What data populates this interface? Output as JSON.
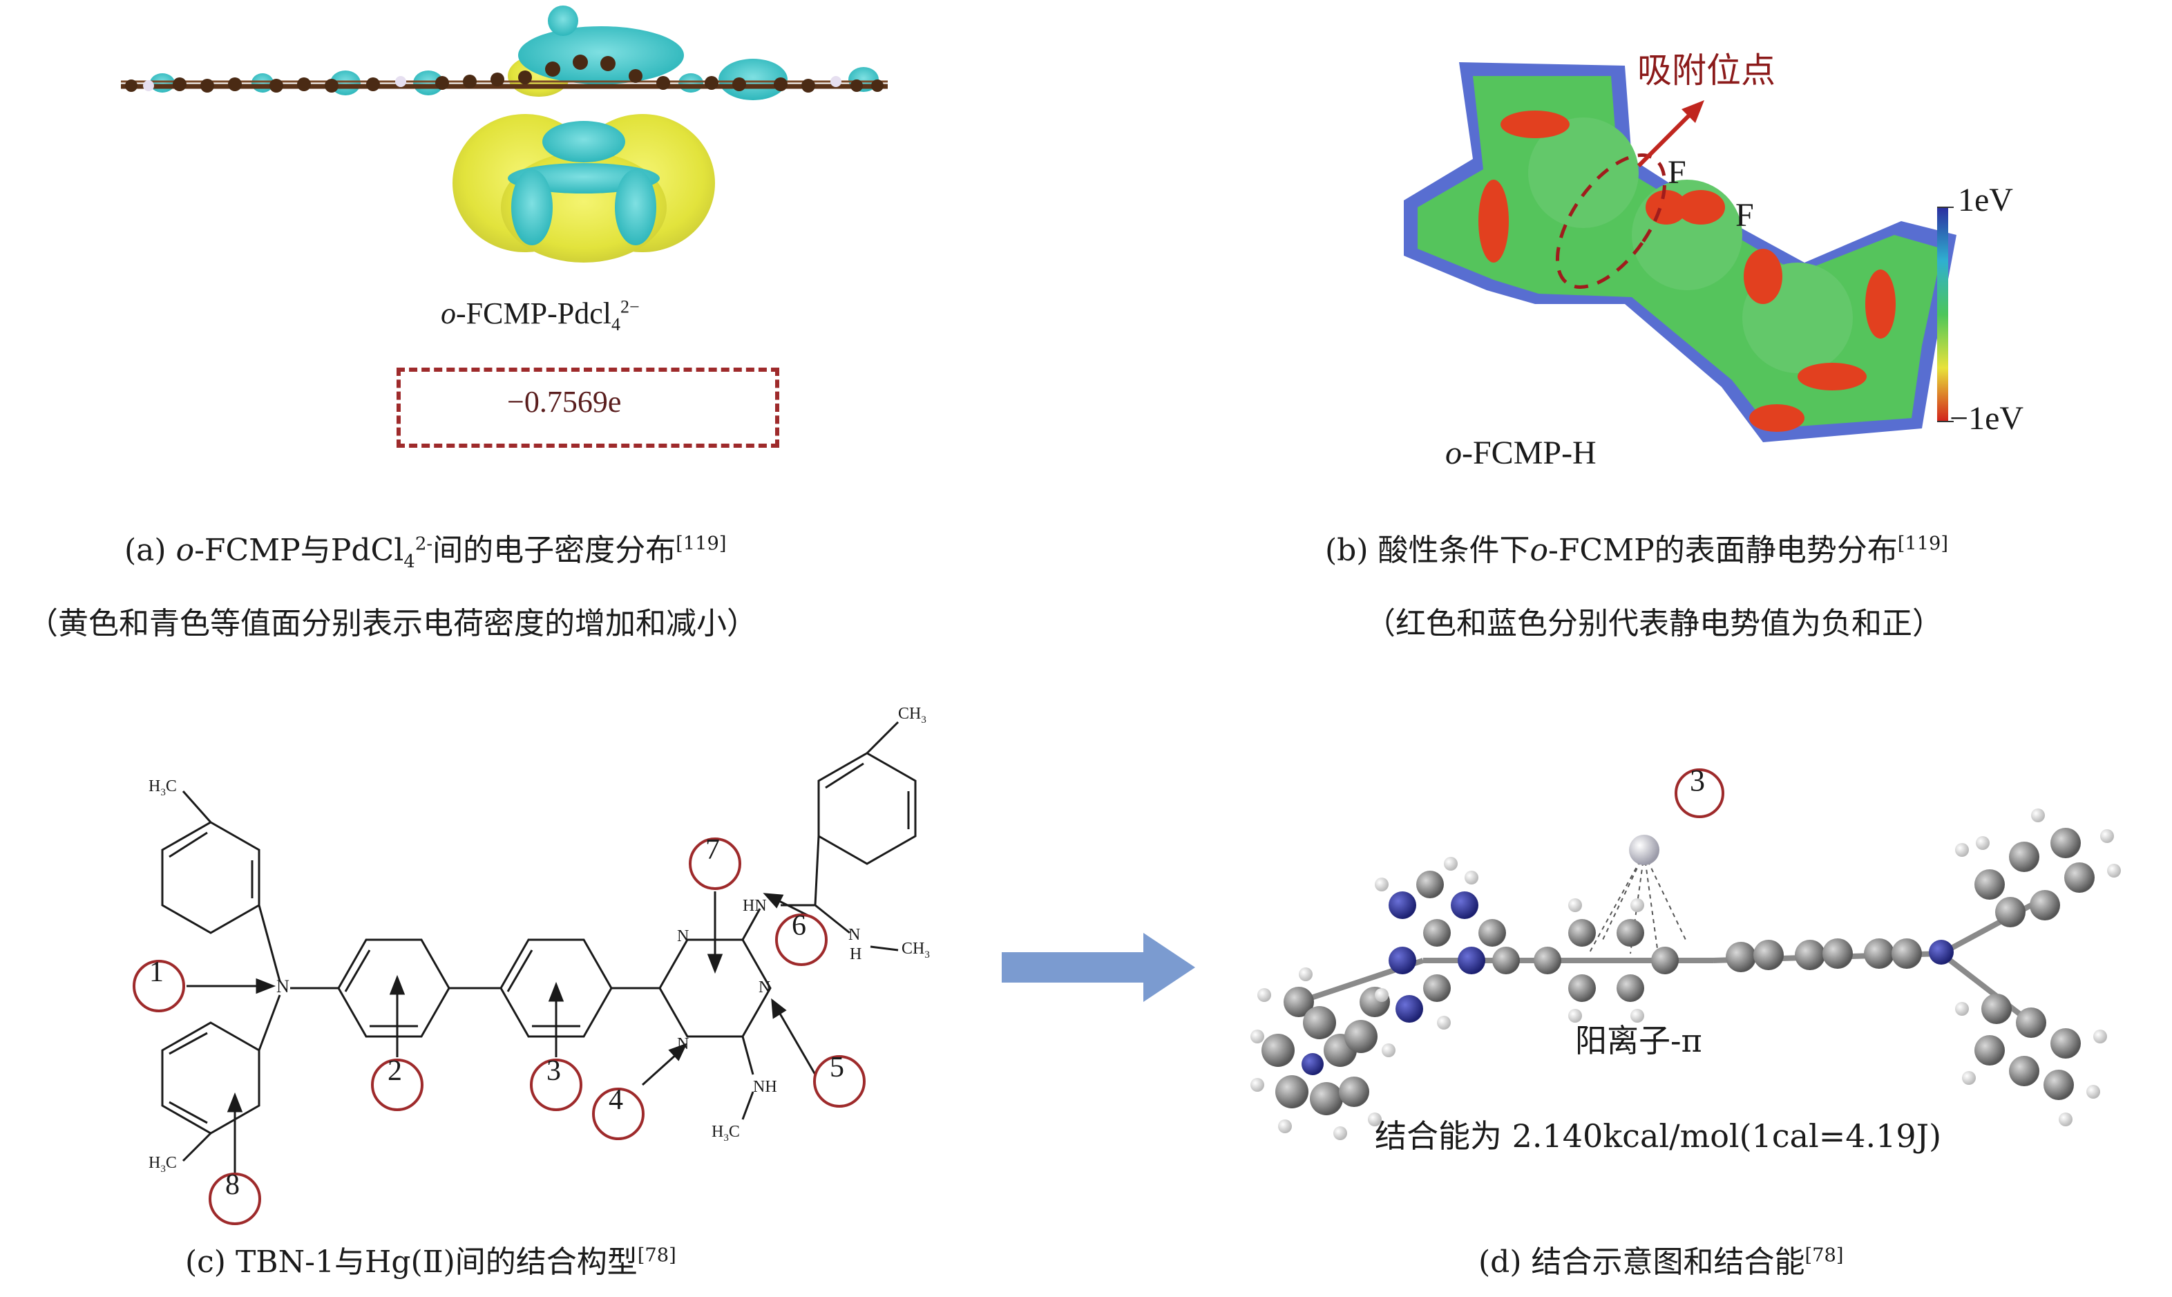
{
  "figure": {
    "panel_a": {
      "compound_italic": "o",
      "compound_rest": "-FCMP-Pdcl",
      "compound_sub": "4",
      "compound_sup": "2−",
      "charge_value": "−0.7569e",
      "caption_line1_prefix": "(a) ",
      "caption_line1_italic": "o",
      "caption_line1_mid": "-FCMP与PdCl",
      "caption_line1_sub": "4",
      "caption_line1_sup": "2-",
      "caption_line1_rest": "间的电子密度分布",
      "caption_line1_ref": "[119]",
      "caption_line2": "（黄色和青色等值面分别表示电荷密度的增加和减小）",
      "colors": {
        "yellow": "#e8ea3c",
        "cyan": "#35c3c7",
        "atom": "#6b3a1f",
        "box": "#9e2a2b"
      }
    },
    "panel_b": {
      "annotation": "吸附位点",
      "f_label_1": "F",
      "f_label_2": "F",
      "scale_top": "1eV",
      "scale_bottom": "−1eV",
      "compound_italic": "o",
      "compound_rest": "-FCMP-H",
      "caption_line1_prefix": "(b) 酸性条件下",
      "caption_line1_italic": "o",
      "caption_line1_rest": "-FCMP的表面静电势分布",
      "caption_line1_ref": "[119]",
      "caption_line2": "（红色和蓝色分别代表静电势值为负和正）",
      "colors": {
        "annotation": "#8b1a1a",
        "green": "#4fc05a",
        "red": "#e03a1e",
        "blue": "#2b3aa8"
      }
    },
    "panel_c": {
      "groups": {
        "ch3_top": "CH",
        "ch3_top_sub": "3",
        "h3c_left_top": "H",
        "h3c_left_top_sub": "3",
        "h3c_left_top_rest": "C",
        "h3c_left_bottom": "H",
        "h3c_left_bottom_sub": "3",
        "h3c_left_bottom_rest": "C",
        "h3c_triazine": "H",
        "h3c_triazine_sub": "3",
        "h3c_triazine_rest": "C",
        "ch3_right": "CH",
        "ch3_right_sub": "3",
        "atom_N": "N",
        "atom_HN": "HN",
        "atom_NH": "NH",
        "atom_H": "H"
      },
      "sites": [
        "1",
        "2",
        "3",
        "4",
        "5",
        "6",
        "7",
        "8"
      ],
      "caption_prefix": "(c) TBN-1与Hg(Ⅱ)间的结合构型",
      "caption_ref": "[78]",
      "colors": {
        "circle": "#9e2a2b"
      }
    },
    "panel_d": {
      "site_label": "3",
      "interaction": "阳离子-π",
      "binding_energy": "结合能为 2.140kcal/mol(1cal=4.19J)",
      "caption_prefix": "(d) 结合示意图和结合能",
      "caption_ref": "[78]",
      "colors": {
        "carbon": "#8a8a8a",
        "nitrogen": "#2a2f8f",
        "hydrogen": "#e8e8e8"
      }
    },
    "arrow": {
      "color": "#7b9bd0"
    }
  }
}
